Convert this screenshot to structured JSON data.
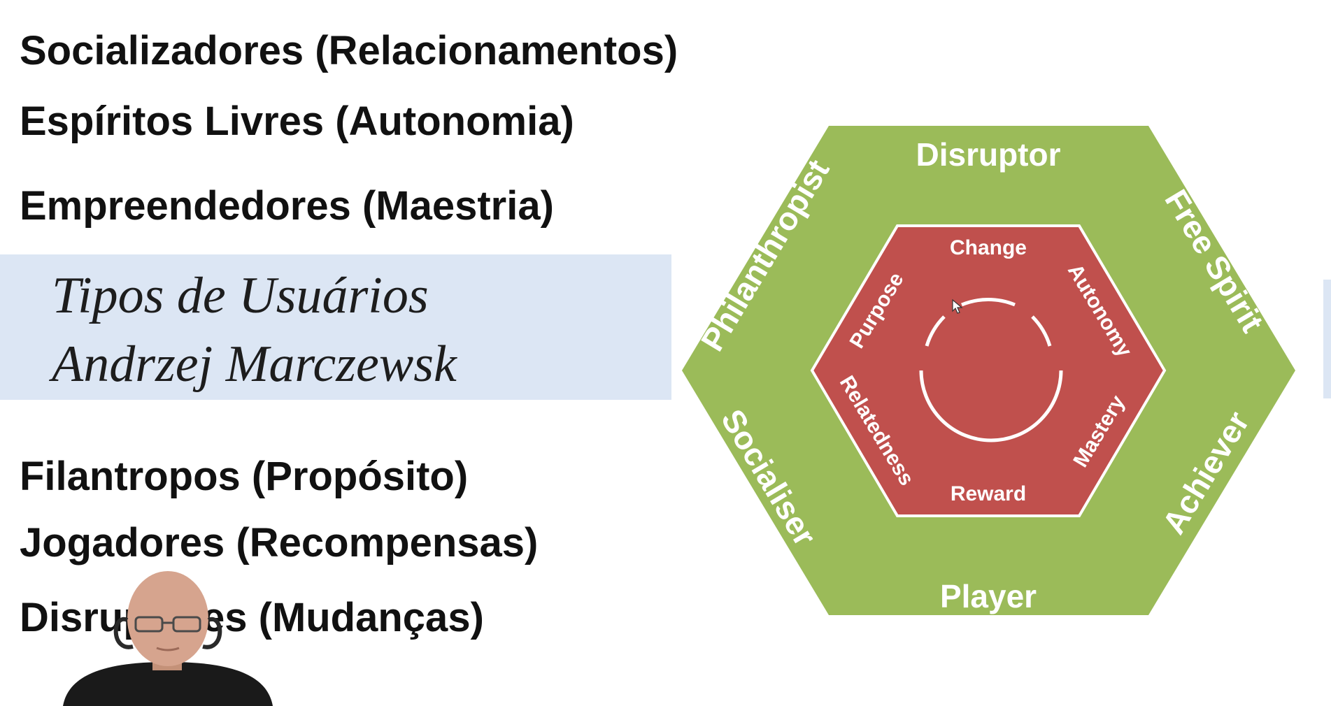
{
  "slide": {
    "lines": [
      "Socializadores (Relacionamentos)",
      "Espíritos Livres  (Autonomia)",
      "Empreendedores (Maestria)",
      "Filantropos (Propósito)",
      "Jogadores (Recompensas)",
      "Disruptores (Mudanças)"
    ],
    "band": {
      "title": "Tipos de Usuários",
      "author": "Andrzej Marczewsk"
    }
  },
  "hexad": {
    "outer": {
      "top": "Disruptor",
      "upper_right": "Free Spirit",
      "lower_right": "Achiever",
      "bottom": "Player",
      "lower_left": "Socialiser",
      "upper_left": "Philanthropist"
    },
    "inner": {
      "top": "Change",
      "upper_right": "Autonomy",
      "lower_right": "Mastery",
      "bottom": "Reward",
      "lower_left": "Relatedness",
      "upper_left": "Purpose"
    },
    "colors": {
      "outer": "#9bbb59",
      "inner": "#c0504d",
      "text": "#ffffff"
    }
  }
}
